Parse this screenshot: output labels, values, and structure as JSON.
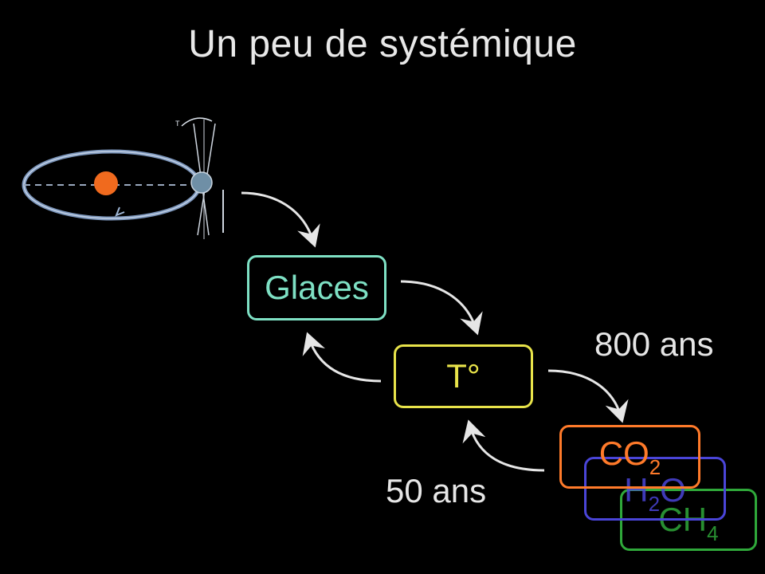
{
  "title": "Un peu de systémique",
  "nodes": {
    "glaces": {
      "label": "Glaces",
      "color": "#7ee0c4"
    },
    "temperature": {
      "label": "T°",
      "color": "#e8e34a"
    },
    "co2": {
      "main": "CO",
      "sub": "2",
      "color": "#ff7a2a"
    },
    "h2o": {
      "a": "H",
      "sub": "2",
      "b": "O",
      "color": "#4a45d8"
    },
    "ch4": {
      "main": "CH",
      "sub": "4",
      "color": "#2fa83a"
    }
  },
  "delays": {
    "forward": "800 ans",
    "feedback": "50 ans"
  },
  "colors": {
    "arrow": "#e6e6e6",
    "sun": "#f06a1e",
    "orbit": "#9fb7d6",
    "earth": "#6f8fa6"
  },
  "icons": [
    "orbit-illustration-icon",
    "sun-icon",
    "earth-icon",
    "axis-precession-icon"
  ]
}
